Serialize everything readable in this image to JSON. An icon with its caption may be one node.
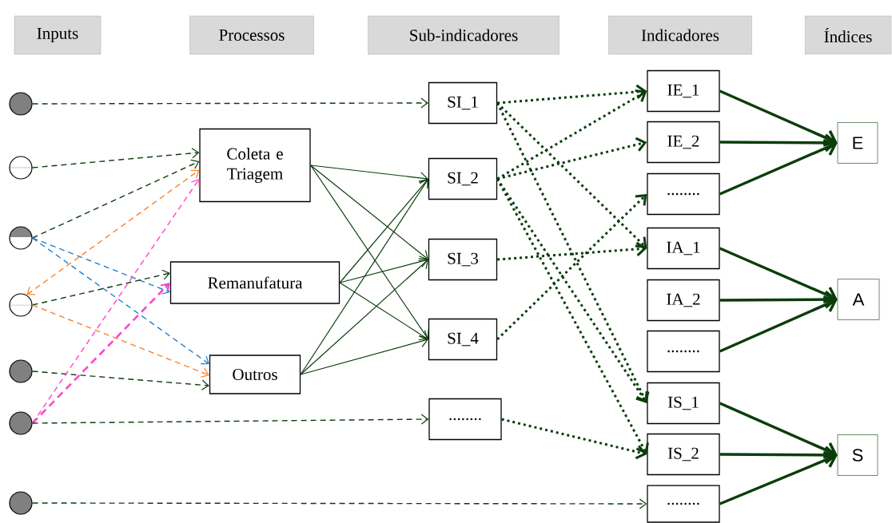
{
  "diagram": {
    "nodes": [
      {
        "text": [
          "Inputs"
        ]
      },
      {
        "text": [
          "Processos"
        ]
      },
      {
        "text": [
          "Sub-indicadores"
        ]
      },
      {
        "text": [
          "Indicadores"
        ]
      },
      {
        "text": [
          "Índices"
        ]
      },
      {
        "text": [],
        "shape": "circle"
      },
      {
        "text": [],
        "shape": "circle"
      },
      {
        "text": [],
        "shape": "circle"
      },
      {
        "text": [],
        "shape": "circle"
      },
      {
        "text": [],
        "shape": "circle"
      },
      {
        "text": [],
        "shape": "circle"
      },
      {
        "text": [],
        "shape": "circle"
      },
      {
        "text": [
          "Coleta e Triagem"
        ]
      },
      {
        "text": [
          "Remanufatura"
        ]
      },
      {
        "text": [
          "Outros"
        ]
      },
      {
        "text": [
          "SI_1"
        ]
      },
      {
        "text": [
          "SI_2"
        ]
      },
      {
        "text": [
          "SI_3"
        ]
      },
      {
        "text": [
          "SI_4"
        ]
      },
      {
        "text": [
          "........"
        ]
      },
      {
        "text": [
          "IE_1"
        ]
      },
      {
        "text": [
          "IE_2"
        ]
      },
      {
        "text": [
          "........"
        ]
      },
      {
        "text": [
          "IA_1"
        ]
      },
      {
        "text": [
          "IA_2"
        ]
      },
      {
        "text": [
          "........"
        ]
      },
      {
        "text": [
          "IS_1"
        ]
      },
      {
        "text": [
          "IS_2"
        ]
      },
      {
        "text": [
          "........"
        ]
      },
      {
        "text": [
          "E"
        ]
      },
      {
        "text": [
          "A"
        ]
      },
      {
        "text": [
          "S"
        ]
      }
    ],
    "edges": [
      {
        "from": 5,
        "to": 15,
        "arrow": "to",
        "style": "dashed"
      },
      {
        "from": 6,
        "to": 12,
        "arrow": "to",
        "style": "dashed"
      },
      {
        "from": 7,
        "to": 12,
        "arrow": "to",
        "style": "dashed"
      },
      {
        "from": 7,
        "to": 13,
        "arrow": "to",
        "style": "dashed",
        "color": "#1f7fd0"
      },
      {
        "from": 7,
        "to": 14,
        "arrow": "to",
        "style": "dashed",
        "color": "#1f7fd0"
      },
      {
        "from": 8,
        "to": 12,
        "arrow": "both",
        "style": "dashed",
        "color": "#ff7f27"
      },
      {
        "from": 8,
        "to": 13,
        "arrow": "to",
        "style": "dashed"
      },
      {
        "from": 8,
        "to": 14,
        "arrow": "to",
        "style": "dashed",
        "color": "#ff7f27"
      },
      {
        "from": 9,
        "to": 14,
        "arrow": "to",
        "style": "dashed"
      },
      {
        "from": 10,
        "to": 12,
        "arrow": "to",
        "style": "dashed",
        "color": "#ff44cc"
      },
      {
        "from": 10,
        "to": 13,
        "arrow": "to",
        "style": "dashed",
        "color": "#ff44cc"
      },
      {
        "from": 10,
        "to": 19,
        "arrow": "to",
        "style": "dashed"
      },
      {
        "from": 11,
        "to": 28,
        "arrow": "to",
        "style": "dashed"
      },
      {
        "from": 12,
        "to": 16,
        "arrow": "to"
      },
      {
        "from": 12,
        "to": 17,
        "arrow": "to"
      },
      {
        "from": 12,
        "to": 18,
        "arrow": "to"
      },
      {
        "from": 13,
        "to": 16,
        "arrow": "to"
      },
      {
        "from": 13,
        "to": 17,
        "arrow": "to"
      },
      {
        "from": 13,
        "to": 18,
        "arrow": "to"
      },
      {
        "from": 14,
        "to": 16,
        "arrow": "to"
      },
      {
        "from": 14,
        "to": 17,
        "arrow": "to"
      },
      {
        "from": 14,
        "to": 18,
        "arrow": "to"
      },
      {
        "from": 15,
        "to": 20,
        "arrow": "to",
        "style": "dashed"
      },
      {
        "from": 15,
        "to": 23,
        "arrow": "to",
        "style": "dashed"
      },
      {
        "from": 15,
        "to": 26,
        "arrow": "to",
        "style": "dashed"
      },
      {
        "from": 16,
        "to": 20,
        "arrow": "to",
        "style": "dashed"
      },
      {
        "from": 16,
        "to": 21,
        "arrow": "to",
        "style": "dashed"
      },
      {
        "from": 16,
        "to": 26,
        "arrow": "to",
        "style": "dashed"
      },
      {
        "from": 16,
        "to": 27,
        "arrow": "to",
        "style": "dashed"
      },
      {
        "from": 17,
        "to": 23,
        "arrow": "to",
        "style": "dashed"
      },
      {
        "from": 18,
        "to": 22,
        "arrow": "to",
        "style": "dashed"
      },
      {
        "from": 19,
        "to": 27,
        "arrow": "to",
        "style": "dashed"
      },
      {
        "from": 20,
        "to": 29,
        "arrow": "to",
        "style": "thick"
      },
      {
        "from": 21,
        "to": 29,
        "arrow": "to",
        "style": "thick"
      },
      {
        "from": 22,
        "to": 29,
        "arrow": "to",
        "style": "thick"
      },
      {
        "from": 23,
        "to": 30,
        "arrow": "to",
        "style": "thick"
      },
      {
        "from": 24,
        "to": 30,
        "arrow": "to",
        "style": "thick"
      },
      {
        "from": 25,
        "to": 30,
        "arrow": "to",
        "style": "thick"
      },
      {
        "from": 26,
        "to": 31,
        "arrow": "to",
        "style": "thick"
      },
      {
        "from": 27,
        "to": 31,
        "arrow": "to",
        "style": "thick"
      },
      {
        "from": 28,
        "to": 31,
        "arrow": "to",
        "style": "thick"
      }
    ]
  }
}
